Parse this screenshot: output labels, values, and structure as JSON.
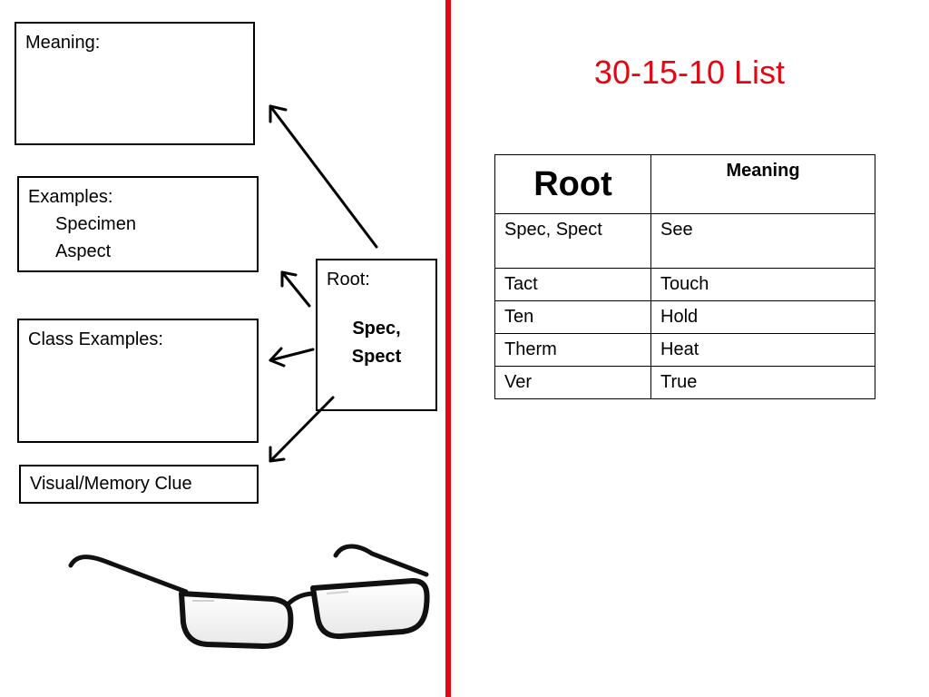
{
  "boxes": {
    "meaning_label": "Meaning:",
    "examples_label": "Examples:",
    "examples": [
      "Specimen",
      "Aspect"
    ],
    "class_examples_label": "Class Examples:",
    "visual_clue_label": "Visual/Memory Clue",
    "root_label": "Root:",
    "root_value_line1": "Spec,",
    "root_value_line2": "Spect"
  },
  "title": "30-15-10 List",
  "table": {
    "headers": [
      "Root",
      "Meaning"
    ],
    "rows": [
      [
        "Spec, Spect",
        "See"
      ],
      [
        "Tact",
        "Touch"
      ],
      [
        "Ten",
        "Hold"
      ],
      [
        "Therm",
        "Heat"
      ],
      [
        "Ver",
        "True"
      ]
    ]
  },
  "colors": {
    "accent": "#e30613",
    "ink": "#000000"
  },
  "icons": [
    "arrow-icon",
    "eyeglasses-icon"
  ]
}
